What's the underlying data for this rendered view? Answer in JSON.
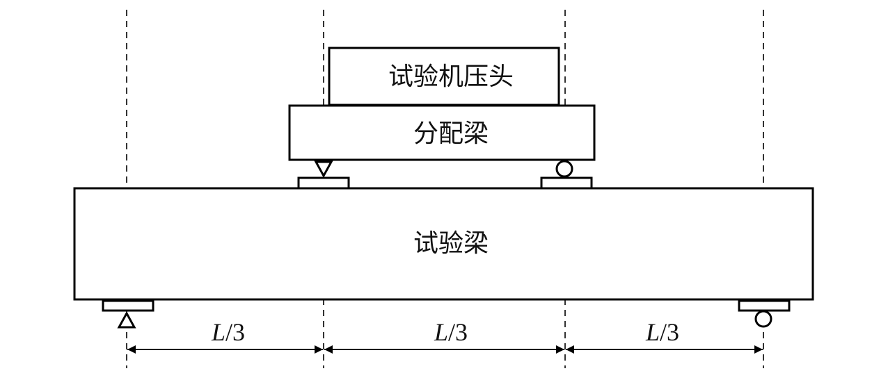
{
  "labels": {
    "press_head": "试验机压头",
    "distribution_beam": "分配梁",
    "test_beam": "试验梁"
  },
  "dimensions": [
    {
      "variable": "L",
      "divisor": "/3"
    },
    {
      "variable": "L",
      "divisor": "/3"
    },
    {
      "variable": "L",
      "divisor": "/3"
    }
  ]
}
